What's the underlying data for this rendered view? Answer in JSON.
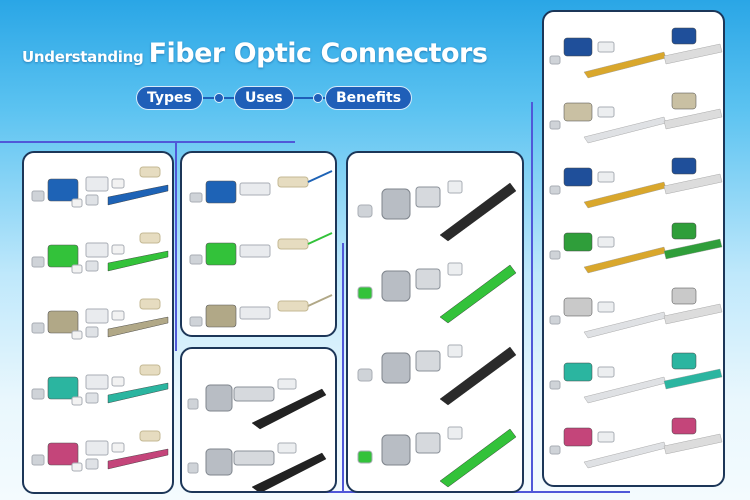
{
  "title": {
    "prefix": "Understanding",
    "main": "Fiber Optic Connectors"
  },
  "tags": [
    "Types",
    "Uses",
    "Benefits"
  ],
  "colors": {
    "accent": "#1f5fb8",
    "panel_border": "#1c3658",
    "deco_line": "#5058d8"
  },
  "panels": [
    {
      "name": "sc-connectors-panel",
      "colors": [
        "#1e63b6",
        "#33c23a",
        "#b1a887",
        "#2bb5a0",
        "#c4457a"
      ],
      "style": "sc"
    },
    {
      "name": "sc-simplex-panel",
      "colors": [
        "#1e63b6",
        "#33c23a",
        "#b1a887"
      ],
      "style": "scshort"
    },
    {
      "name": "st-connectors-panel",
      "colors": [
        "#2a2a2a",
        "#2a2a2a"
      ],
      "style": "st"
    },
    {
      "name": "fc-connectors-panel",
      "colors": [
        "#2a2a2a",
        "#33c23a",
        "#2a2a2a",
        "#33c23a"
      ],
      "style": "fc"
    },
    {
      "name": "lc-connectors-panel",
      "colors": [
        "#1f4f9a",
        "#c9c0a3",
        "#1f4f9a",
        "#2f9e3a",
        "#c9c9c9",
        "#2bb5a0",
        "#c4457a"
      ],
      "style": "lc"
    }
  ]
}
